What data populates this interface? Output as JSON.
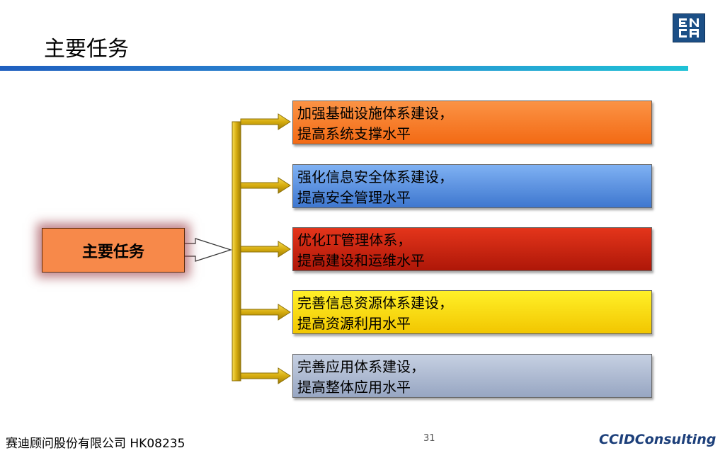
{
  "slide": {
    "title": "主要任务",
    "page_number": "31",
    "footer_company": "赛迪顾问股份有限公司 HK08235",
    "brand": "CCIDConsulting"
  },
  "diagram": {
    "root_label": "主要任务",
    "tasks": [
      {
        "line1": "加强基础设施体系建设，",
        "line2": "提高系统支撑水平",
        "color": "#f36a14"
      },
      {
        "line1": "强化信息安全体系建设，",
        "line2": "提高安全管理水平",
        "color": "#3e77cf"
      },
      {
        "line1": "优化IT管理体系，",
        "line2": "提高建设和运维水平",
        "color": "#ae1708"
      },
      {
        "line1": "完善信息资源体系建设，",
        "line2": "提高资源利用水平",
        "color": "#f2c600"
      },
      {
        "line1": "完善应用体系建设，",
        "line2": "提高整体应用水平",
        "color": "#97a6c2"
      }
    ]
  },
  "colors": {
    "connector_gold": "#d6ac0f",
    "title_rule_start": "#1f5fbf",
    "title_rule_end": "#1fc2d6",
    "root_fill": "#f7894a",
    "logo_bg": "#1c4f86"
  },
  "icons": {
    "logo": "ecca-logo-icon",
    "root_arrow": "block-arrow-right-icon"
  }
}
